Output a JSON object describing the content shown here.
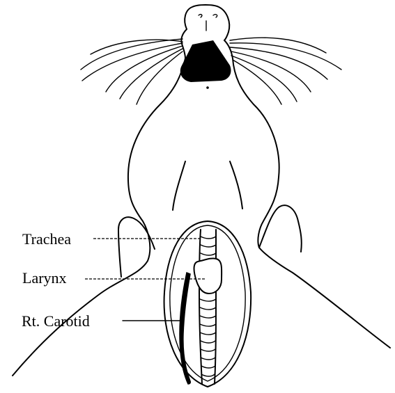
{
  "figure": {
    "labels": {
      "trachea": "Trachea",
      "larynx": "Larynx",
      "carotid": "Rt. Carotid"
    }
  }
}
